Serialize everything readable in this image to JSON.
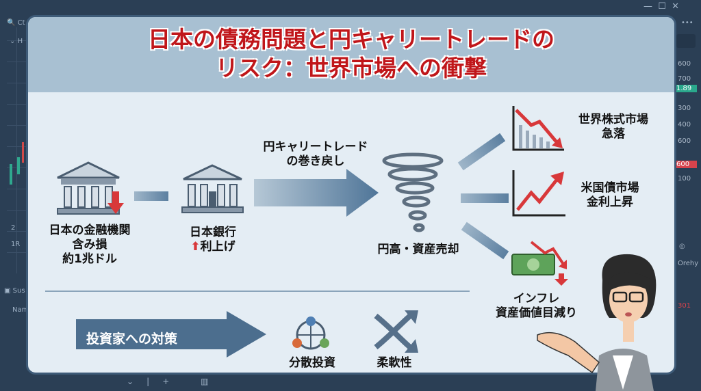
{
  "background_app": {
    "search_label": "Ct",
    "symbol_label": "H",
    "left_labels": [
      "2",
      "1R"
    ],
    "panel_label": "Sus",
    "column_label": "Nam",
    "price_labels": [
      "600",
      "700",
      "1.89",
      "300",
      "400",
      "600",
      "600",
      "100"
    ],
    "side_text": "Orehy",
    "red_value": "301"
  },
  "title": {
    "line1": "日本の債務問題と円キャリートレードの",
    "line2": "リスク：世界市場への衝撃"
  },
  "nodes": {
    "institutions": [
      "日本の金融機関",
      "含み損",
      "約1兆ドル"
    ],
    "boj": [
      "日本銀行",
      "利上げ"
    ],
    "unwind": [
      "円キャリートレード",
      "の巻き戻し"
    ],
    "yen": "円高・資産売却",
    "stocks": [
      "世界株式市場",
      "急落"
    ],
    "bonds": [
      "米国債市場",
      "金利上昇"
    ],
    "inflation": [
      "インフレ",
      "資産価値目減り"
    ]
  },
  "measures": {
    "label": "投資家への対策",
    "diversify": "分散投資",
    "flex": "柔軟性"
  },
  "colors": {
    "title": "#c0161a",
    "down": "#d8383a",
    "arrow": "#5b7fa0"
  }
}
